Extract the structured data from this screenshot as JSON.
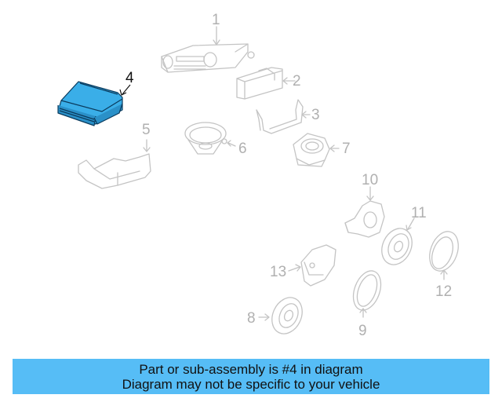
{
  "diagram": {
    "highlighted_part": "4",
    "colors": {
      "highlight_fill": "#3aaee8",
      "highlight_stroke": "#0a3a5c",
      "line_gray": "#c4c4c4",
      "label_gray": "#b0b0b0",
      "banner_bg": "#56bdf6"
    },
    "callouts": [
      {
        "id": "1",
        "label": "1"
      },
      {
        "id": "2",
        "label": "2"
      },
      {
        "id": "3",
        "label": "3"
      },
      {
        "id": "4",
        "label": "4"
      },
      {
        "id": "5",
        "label": "5"
      },
      {
        "id": "6",
        "label": "6"
      },
      {
        "id": "7",
        "label": "7"
      },
      {
        "id": "8",
        "label": "8"
      },
      {
        "id": "9",
        "label": "9"
      },
      {
        "id": "10",
        "label": "10"
      },
      {
        "id": "11",
        "label": "11"
      },
      {
        "id": "12",
        "label": "12"
      },
      {
        "id": "13",
        "label": "13"
      }
    ]
  },
  "banner": {
    "line1": "Part or sub-assembly is #4 in diagram",
    "line2": "Diagram may not be specific to your vehicle"
  }
}
